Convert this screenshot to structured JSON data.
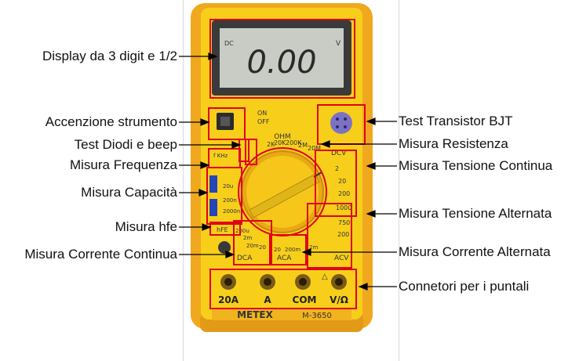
{
  "meter": {
    "display_value": "0.00",
    "display_mode_left": "DC",
    "display_mode_right": "V",
    "brand": "METEX",
    "model": "M-3650",
    "power_on": "ON",
    "power_off": "OFF",
    "ohm_label": "OHM",
    "ohm_ranges": [
      "2K",
      "20K",
      "200K",
      "2M",
      "20M"
    ],
    "dcv_label": "DCV",
    "dcv_ranges": [
      "2",
      "20",
      "200",
      "1000"
    ],
    "acv_label": "ACV",
    "acv_ranges": [
      "750",
      "200"
    ],
    "dca_label": "DCA",
    "aca_label": "ACA",
    "current_ranges": [
      "200u",
      "2m",
      "20m",
      "20",
      "200m",
      "2m"
    ],
    "aca_ranges": [
      "20",
      "200m"
    ],
    "cap_ranges": [
      "200n",
      "2000n",
      "20u"
    ],
    "khz_label": "f KHz",
    "hfe_label": "hFE",
    "jacks": [
      "20A",
      "A",
      "COM",
      "V/Ω"
    ]
  },
  "annotations": {
    "left": [
      "Display da 3 digit e 1/2",
      "Accenzione strumento",
      "Test Diodi e beep",
      "Misura Frequenza",
      "Misura Capacità",
      "Misura hfe",
      "Misura Corrente Continua"
    ],
    "right": [
      "Test Transistor BJT",
      "Misura Resistenza",
      "Misura Tensione Continua",
      "Misura Tensione Alternata",
      "Misura Corrente Alternata",
      "Connetori per i puntali"
    ]
  },
  "colors": {
    "body": "#f2b41e",
    "face": "#f7d31a",
    "highlight": "#e0001a",
    "lcd": "#c9ccc4"
  }
}
